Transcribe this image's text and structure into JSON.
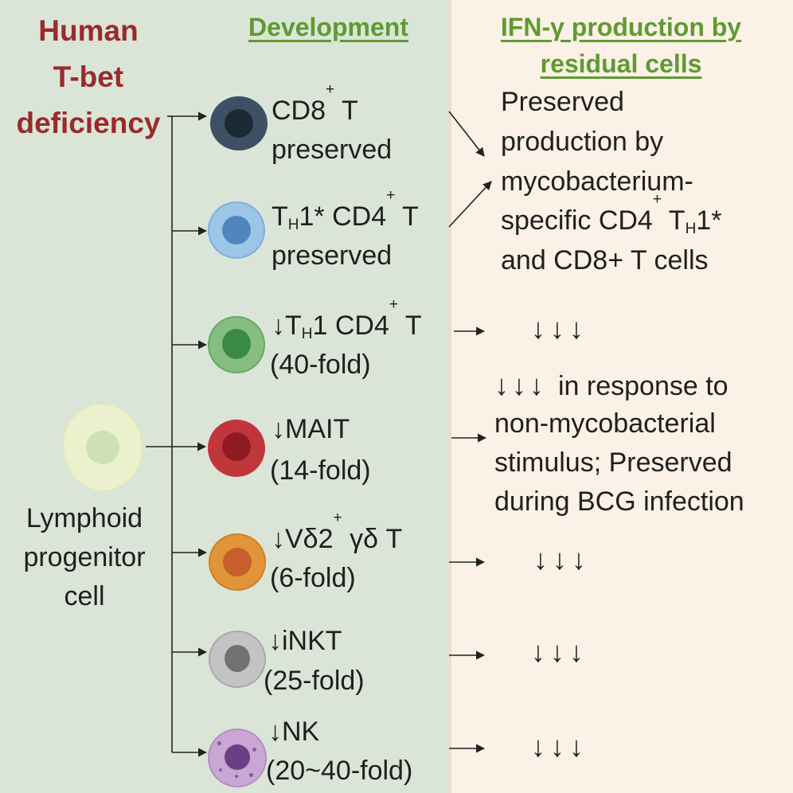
{
  "title": [
    "Human",
    "T-bet",
    "deficiency"
  ],
  "headers": {
    "development": "Development",
    "ifn_line1": "IFN-γ production by",
    "ifn_line2": "residual cells"
  },
  "progenitor": {
    "label_lines": [
      "Lymphoid",
      "progenitor",
      "cell"
    ],
    "colors": {
      "outer": "#eaf1cc",
      "inner": "#cfe0b6"
    }
  },
  "cells": [
    {
      "id": "cd8-t",
      "line1": {
        "pre": "",
        "main": "CD8",
        "sup": "+",
        "post": " T"
      },
      "line2": "preserved",
      "colors": {
        "outer": "#3e5064",
        "inner": "#1c2a36"
      }
    },
    {
      "id": "th1-star-cd4",
      "line1": {
        "pre": "T",
        "sub": "H",
        "main": "1* CD4",
        "sup": "+",
        "post": " T"
      },
      "line2": "preserved",
      "colors": {
        "outer": "#9cc6e8",
        "inner": "#4f86bb"
      }
    },
    {
      "id": "th1-cd4",
      "line1": {
        "pre": "↓T",
        "sub": "H",
        "main": "1 CD4",
        "sup": "+",
        "post": " T"
      },
      "line2": "(40-fold)",
      "colors": {
        "outer": "#86bd80",
        "inner": "#3b8a44"
      }
    },
    {
      "id": "mait",
      "line1": {
        "pre": "",
        "main": "↓MAIT",
        "sup": "",
        "post": ""
      },
      "line2": "(14-fold)",
      "colors": {
        "outer": "#c1363b",
        "inner": "#8f1b22"
      }
    },
    {
      "id": "vd2-gd-t",
      "line1": {
        "pre": "",
        "main": "↓Vδ2",
        "sup": "+",
        "post": " γδ T"
      },
      "line2": "(6-fold)",
      "colors": {
        "outer": "#df9538",
        "inner": "#c75f2c"
      }
    },
    {
      "id": "inkt",
      "line1": {
        "pre": "",
        "main": "↓iNKT",
        "sup": "",
        "post": ""
      },
      "line2": "(25-fold)",
      "colors": {
        "outer": "#c3c3c3",
        "inner": "#727272"
      }
    },
    {
      "id": "nk",
      "line1": {
        "pre": "",
        "main": "↓NK",
        "sup": "",
        "post": ""
      },
      "line2": "(20~40-fold)",
      "colors": {
        "outer": "#c9a6d4",
        "inner": "#6b3f86"
      }
    }
  ],
  "ifn": {
    "preserved_lines": [
      "Preserved",
      "production by",
      "mycobacterium-"
    ],
    "preserved_line4": {
      "pre": "specific CD4",
      "sup": "+",
      "mid": " T",
      "sub": "H",
      "post": "1*"
    },
    "preserved_line5": "and CD8+ T cells",
    "down_arrows": "↓↓↓",
    "mait_line1_arrows": "↓↓↓",
    "mait_line1_text": "in response to",
    "mait_lines": [
      "non-mycobacterial",
      "stimulus; Preserved",
      "during BCG infection"
    ]
  },
  "colors": {
    "left_panel": "#dae5d8",
    "right_panel": "#fbf1e6",
    "title_red": "#9b2a2a",
    "header_green": "#5f9a32"
  }
}
